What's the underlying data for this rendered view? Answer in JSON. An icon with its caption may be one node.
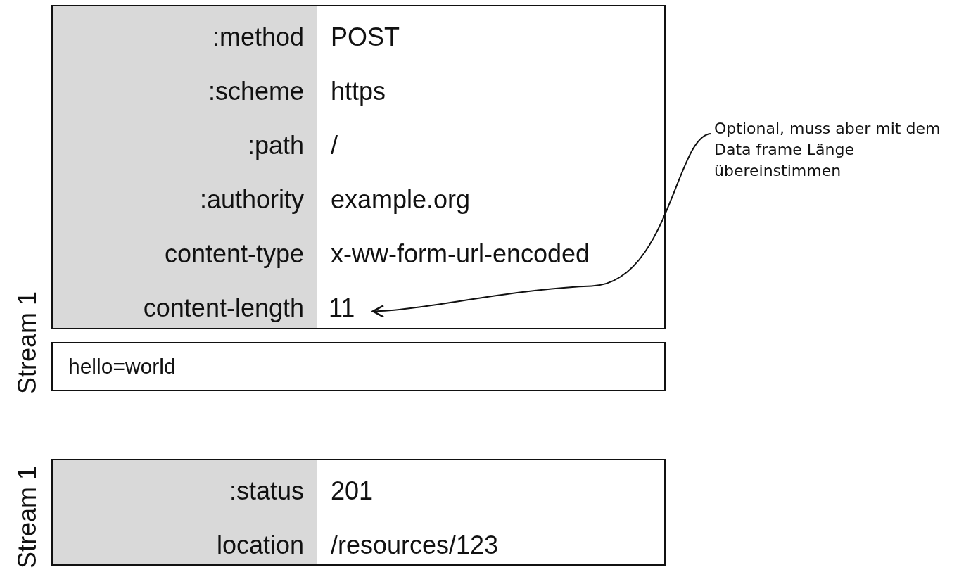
{
  "diagram": {
    "nodes": [
      {
        "text": [],
        "shape": "box"
      },
      {
        "text": [
          "11"
        ],
        "in": 0
      },
      {
        "text": [
          "hello=world"
        ]
      },
      {
        "text": [
          "Optional, muss aber mit dem Data frame Länge übereinstimmen"
        ]
      },
      {
        "text": [],
        "shape": "box"
      }
    ],
    "edges": [
      {
        "from": 3,
        "to": 1,
        "arrow": "to"
      }
    ],
    "labels": [
      "Stream 1",
      ":method",
      "POST",
      ":scheme",
      "https",
      ":path",
      "/",
      ":authority",
      "example.org",
      "content-type",
      "x-ww-form-url-encoded",
      "content-length",
      "Stream 1",
      ":status",
      "201",
      "location",
      "/resources/123"
    ]
  }
}
